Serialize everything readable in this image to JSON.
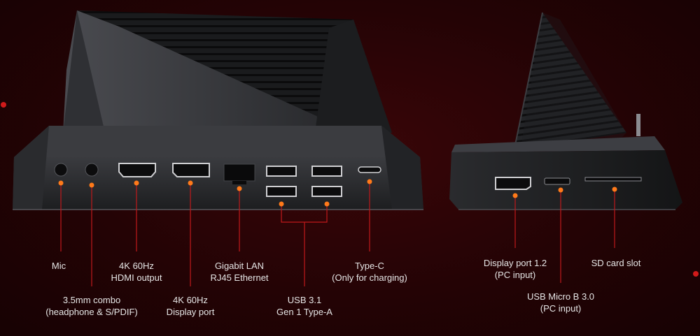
{
  "front_labels": {
    "mic": "Mic",
    "combo_line1": "3.5mm combo",
    "combo_line2": "(headphone & S/PDIF)",
    "hdmi_line1": "4K 60Hz",
    "hdmi_line2": "HDMI output",
    "dp_line1": "4K 60Hz",
    "dp_line2": "Display port",
    "lan_line1": "Gigabit LAN",
    "lan_line2": "RJ45 Ethernet",
    "usb_line1": "USB 3.1",
    "usb_line2": "Gen 1 Type-A",
    "typec_line1": "Type-C",
    "typec_line2": "(Only for charging)"
  },
  "side_labels": {
    "dp_line1": "Display port 1.2",
    "dp_line2": "(PC input)",
    "sd": "SD card slot",
    "usbmicro_line1": "USB Micro B 3.0",
    "usbmicro_line2": "(PC input)"
  },
  "colors": {
    "background": "#240305",
    "dock_body": "#2b2c2f",
    "callout_dot": "#ff7a1a",
    "callout_line": "#c0191b",
    "label_text": "#e6e6e6"
  }
}
